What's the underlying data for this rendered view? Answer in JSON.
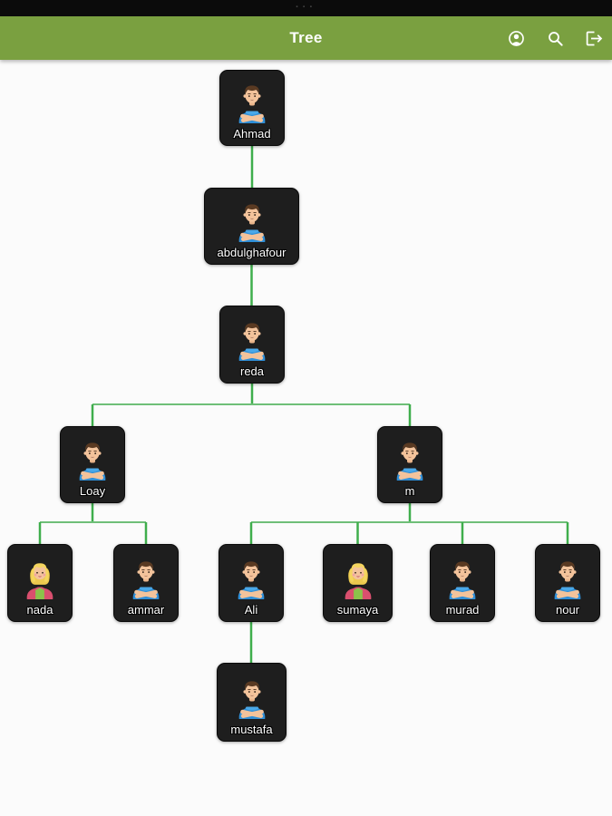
{
  "status_bar": {
    "dots": "···"
  },
  "app_bar": {
    "title": "Tree",
    "background_color": "#7aa040",
    "icon_color": "#ffffff",
    "icons": [
      "account-circle-icon",
      "search-icon",
      "logout-icon"
    ]
  },
  "tree": {
    "card_color": "#1e1e1e",
    "connector_color": "#3fae4c",
    "connector_color_horizontal": "#6fbf78",
    "label_color": "#ffffff",
    "people": [
      {
        "id": "ahmad",
        "label": "Ahmad",
        "avatar": "male",
        "parent": null
      },
      {
        "id": "abdulghafour",
        "label": "abdulghafour",
        "avatar": "male",
        "parent": "ahmad"
      },
      {
        "id": "reda",
        "label": "reda",
        "avatar": "male",
        "parent": "abdulghafour"
      },
      {
        "id": "loay",
        "label": "Loay",
        "avatar": "male",
        "parent": "reda"
      },
      {
        "id": "m",
        "label": "m",
        "avatar": "male",
        "parent": "reda"
      },
      {
        "id": "nada",
        "label": "nada",
        "avatar": "female",
        "parent": "loay"
      },
      {
        "id": "ammar",
        "label": "ammar",
        "avatar": "male",
        "parent": "loay"
      },
      {
        "id": "ali",
        "label": "Ali",
        "avatar": "male",
        "parent": "m"
      },
      {
        "id": "sumaya",
        "label": "sumaya",
        "avatar": "female",
        "parent": "m"
      },
      {
        "id": "murad",
        "label": "murad",
        "avatar": "male",
        "parent": "m"
      },
      {
        "id": "nour",
        "label": "nour",
        "avatar": "male",
        "parent": "m"
      },
      {
        "id": "mustafa",
        "label": "mustafa",
        "avatar": "male",
        "parent": "ali"
      }
    ]
  }
}
